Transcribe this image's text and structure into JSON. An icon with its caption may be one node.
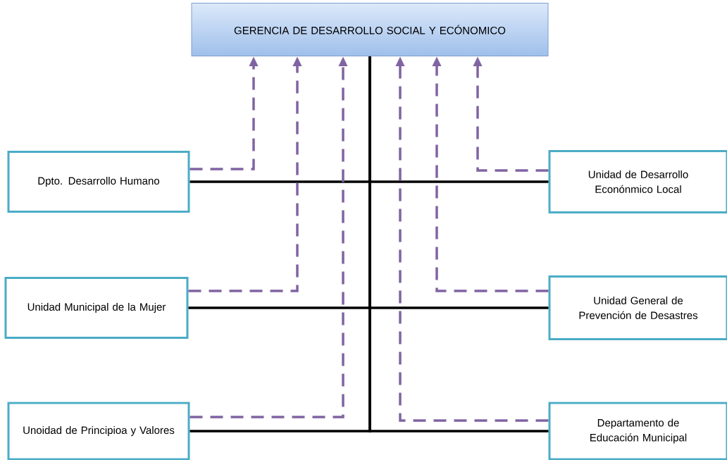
{
  "diagram": {
    "nodes": [
      {
        "text": [
          "GERENCIA DE DESARROLLO SOCIAL Y ECÓNOMICO"
        ]
      },
      {
        "text": [
          "Dpto. Desarrollo Humano"
        ]
      },
      {
        "text": [
          "Unidad de Desarrollo Econónmico Local"
        ]
      },
      {
        "text": [
          "Unidad Municipal de la Mujer"
        ]
      },
      {
        "text": [
          "Unidad General de Prevención de Desastres"
        ]
      },
      {
        "text": [
          "Unoidad de Principioa y Valores"
        ]
      },
      {
        "text": [
          "Departamento de Educación Municipal"
        ]
      }
    ],
    "edges": [
      {
        "from": 0,
        "to": 1,
        "arrow": "none",
        "color": "#000000"
      },
      {
        "from": 0,
        "to": 2,
        "arrow": "none",
        "color": "#000000"
      },
      {
        "from": 0,
        "to": 3,
        "arrow": "none",
        "color": "#000000"
      },
      {
        "from": 0,
        "to": 4,
        "arrow": "none",
        "color": "#000000"
      },
      {
        "from": 0,
        "to": 5,
        "arrow": "none",
        "color": "#000000"
      },
      {
        "from": 0,
        "to": 6,
        "arrow": "none",
        "color": "#000000"
      },
      {
        "from": 1,
        "to": 0,
        "arrow": "to",
        "style": "dashed",
        "color": "#8064a2"
      },
      {
        "from": 2,
        "to": 0,
        "arrow": "to",
        "style": "dashed",
        "color": "#8064a2"
      },
      {
        "from": 3,
        "to": 0,
        "arrow": "to",
        "style": "dashed",
        "color": "#8064a2"
      },
      {
        "from": 4,
        "to": 0,
        "arrow": "to",
        "style": "dashed",
        "color": "#8064a2"
      },
      {
        "from": 5,
        "to": 0,
        "arrow": "to",
        "style": "dashed",
        "color": "#8064a2"
      },
      {
        "from": 6,
        "to": 0,
        "arrow": "to",
        "style": "dashed",
        "color": "#8064a2"
      }
    ]
  }
}
